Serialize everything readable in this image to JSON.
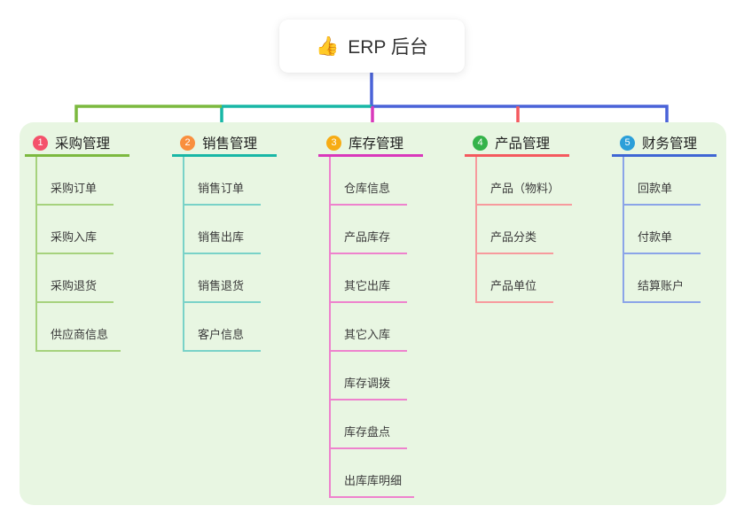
{
  "root": {
    "label": "ERP 后台",
    "icon": "👍"
  },
  "colors": {
    "root_connector": "#4a63d8",
    "panel_bg": "#e8f6e2"
  },
  "branches": [
    {
      "num": "1",
      "title": "采购管理",
      "badge_color": "#f4526b",
      "line_color": "#7cb93f",
      "child_line_color": "#a6d27d",
      "children": [
        "采购订单",
        "采购入库",
        "采购退货",
        "供应商信息"
      ]
    },
    {
      "num": "2",
      "title": "销售管理",
      "badge_color": "#f98f3e",
      "line_color": "#18b7a6",
      "child_line_color": "#79d2c8",
      "children": [
        "销售订单",
        "销售出库",
        "销售退货",
        "客户信息"
      ]
    },
    {
      "num": "3",
      "title": "库存管理",
      "badge_color": "#f7ac14",
      "line_color": "#d938bb",
      "child_line_color": "#ee82cd",
      "children": [
        "仓库信息",
        "产品库存",
        "其它出库",
        "其它入库",
        "库存调拨",
        "库存盘点",
        "出库库明细"
      ]
    },
    {
      "num": "4",
      "title": "产品管理",
      "badge_color": "#35b34a",
      "line_color": "#f4595e",
      "child_line_color": "#f79a9d",
      "children": [
        "产品（物料）",
        "产品分类",
        "产品单位"
      ]
    },
    {
      "num": "5",
      "title": "财务管理",
      "badge_color": "#2b9fd9",
      "line_color": "#3f66d4",
      "child_line_color": "#8ba4e8",
      "children": [
        "回款单",
        "付款单",
        "结算账户"
      ]
    }
  ]
}
